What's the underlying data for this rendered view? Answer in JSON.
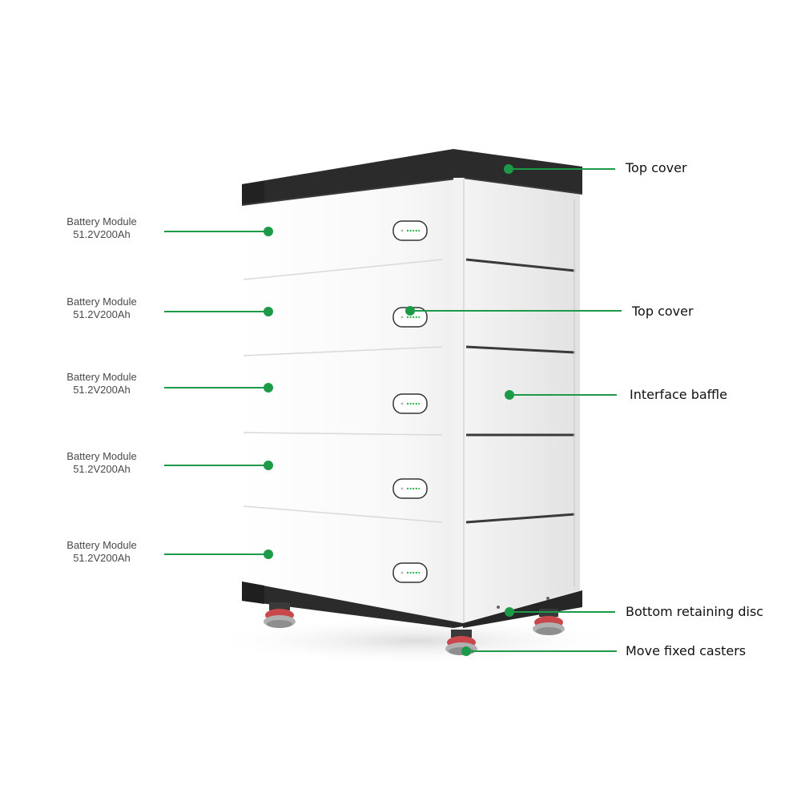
{
  "colors": {
    "accent": "#1d9a48",
    "frame": "#2b2b2b",
    "panel": "#f6f6f6",
    "side": "#ebebeb",
    "caster": "#c9484b"
  },
  "left_labels": [
    {
      "line1": "Battery Module",
      "line2": "51.2V200Ah"
    },
    {
      "line1": "Battery Module",
      "line2": "51.2V200Ah"
    },
    {
      "line1": "Battery Module",
      "line2": "51.2V200Ah"
    },
    {
      "line1": "Battery Module",
      "line2": "51.2V200Ah"
    },
    {
      "line1": "Battery Module",
      "line2": "51.2V200Ah"
    }
  ],
  "right_labels": [
    {
      "text": "Top cover"
    },
    {
      "text": "Top cover"
    },
    {
      "text": "Interface baffle"
    },
    {
      "text": "Bottom retaining disc"
    },
    {
      "text": "Move fixed casters"
    }
  ]
}
